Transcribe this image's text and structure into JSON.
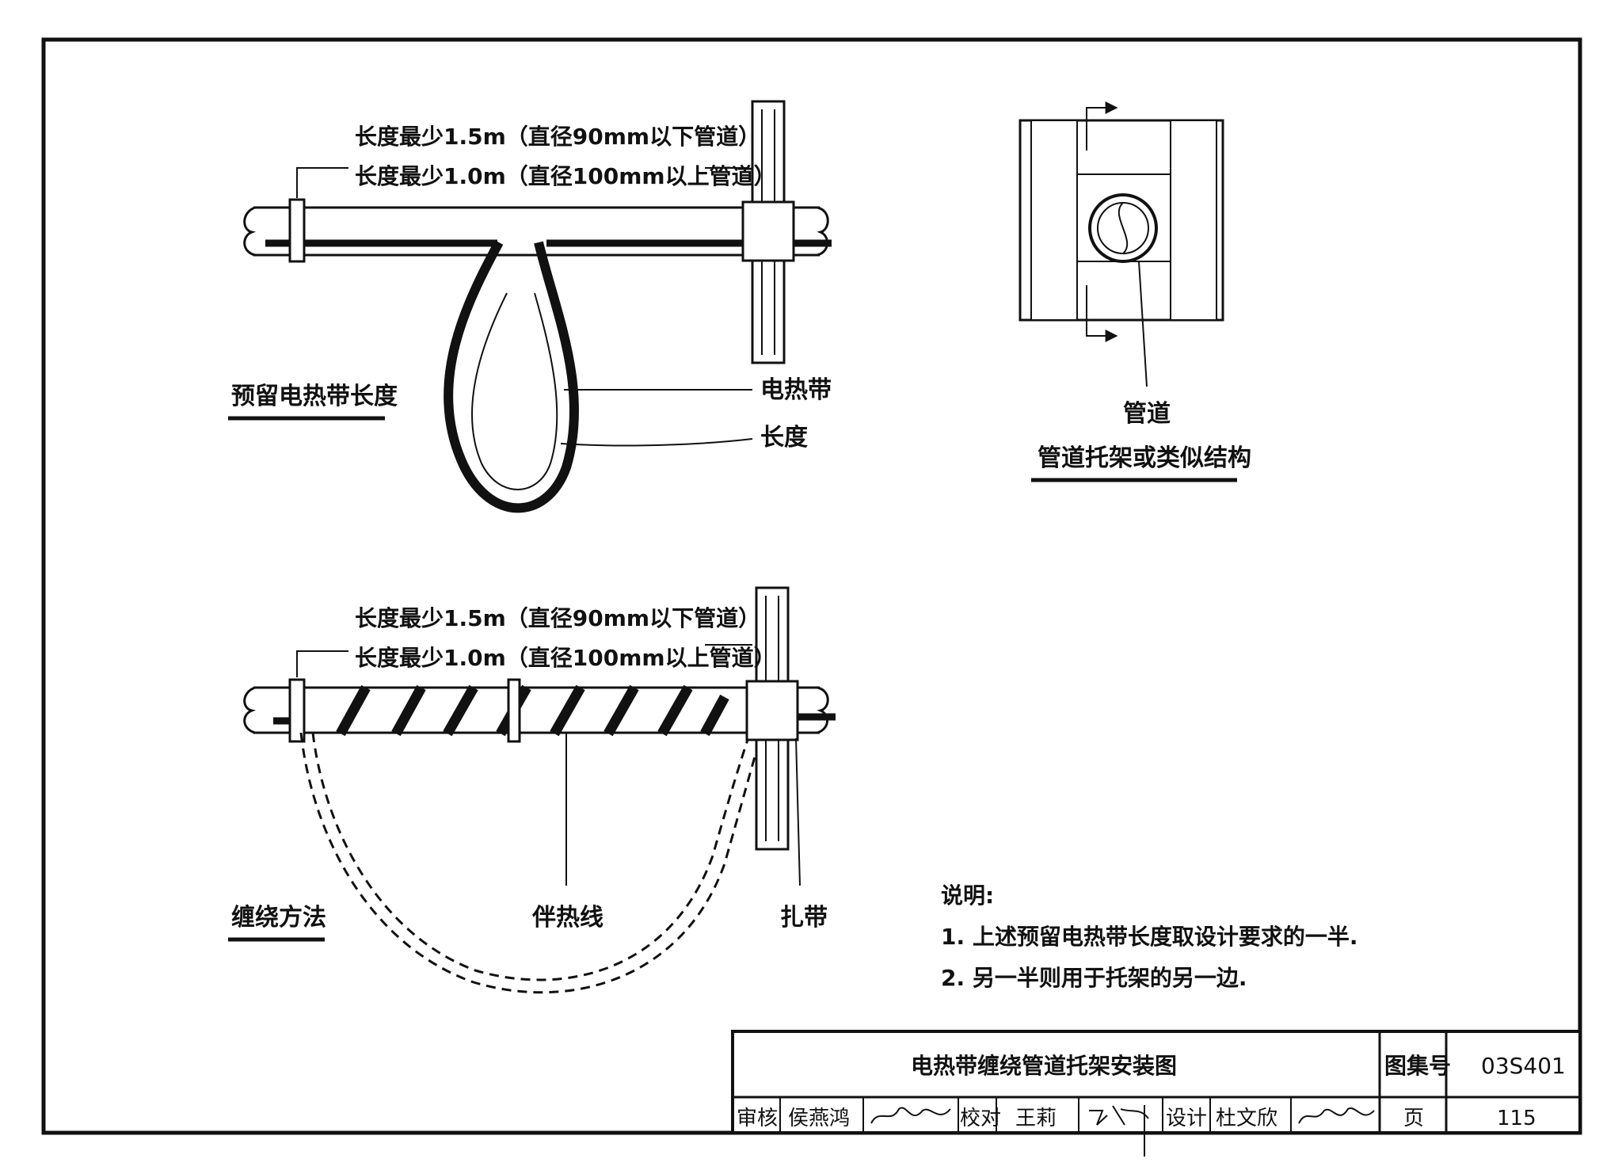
{
  "top": {
    "dim_line1": "长度最少1.5m（直径90mm以下管道）",
    "dim_line2": "长度最少1.0m（直径100mm以上管道）",
    "section_title": "预留电热带长度",
    "label_heater": "电热带",
    "label_length": "长度"
  },
  "bottom": {
    "dim_line1": "长度最少1.5m（直径90mm以下管道）",
    "dim_line2": "长度最少1.0m（直径100mm以上管道）",
    "section_title": "缠绕方法",
    "label_trace_wire": "伴热线",
    "label_strap": "扎带"
  },
  "support": {
    "label_pipe": "管道",
    "title": "管道托架或类似结构"
  },
  "notes": {
    "heading": "说明:",
    "items": [
      "1. 上述预留电热带长度取设计要求的一半.",
      "2. 另一半则用于托架的另一边."
    ]
  },
  "title_block": {
    "drawing_title": "电热带缠绕管道托架安装图",
    "atlas_label": "图集号",
    "atlas_no": "03S401",
    "review_label": "审核",
    "reviewer": "侯燕鸿",
    "check_label": "校对",
    "checker": "王莉",
    "design_label": "设计",
    "designer": "杜文欣",
    "page_label": "页",
    "page_no": "115"
  }
}
